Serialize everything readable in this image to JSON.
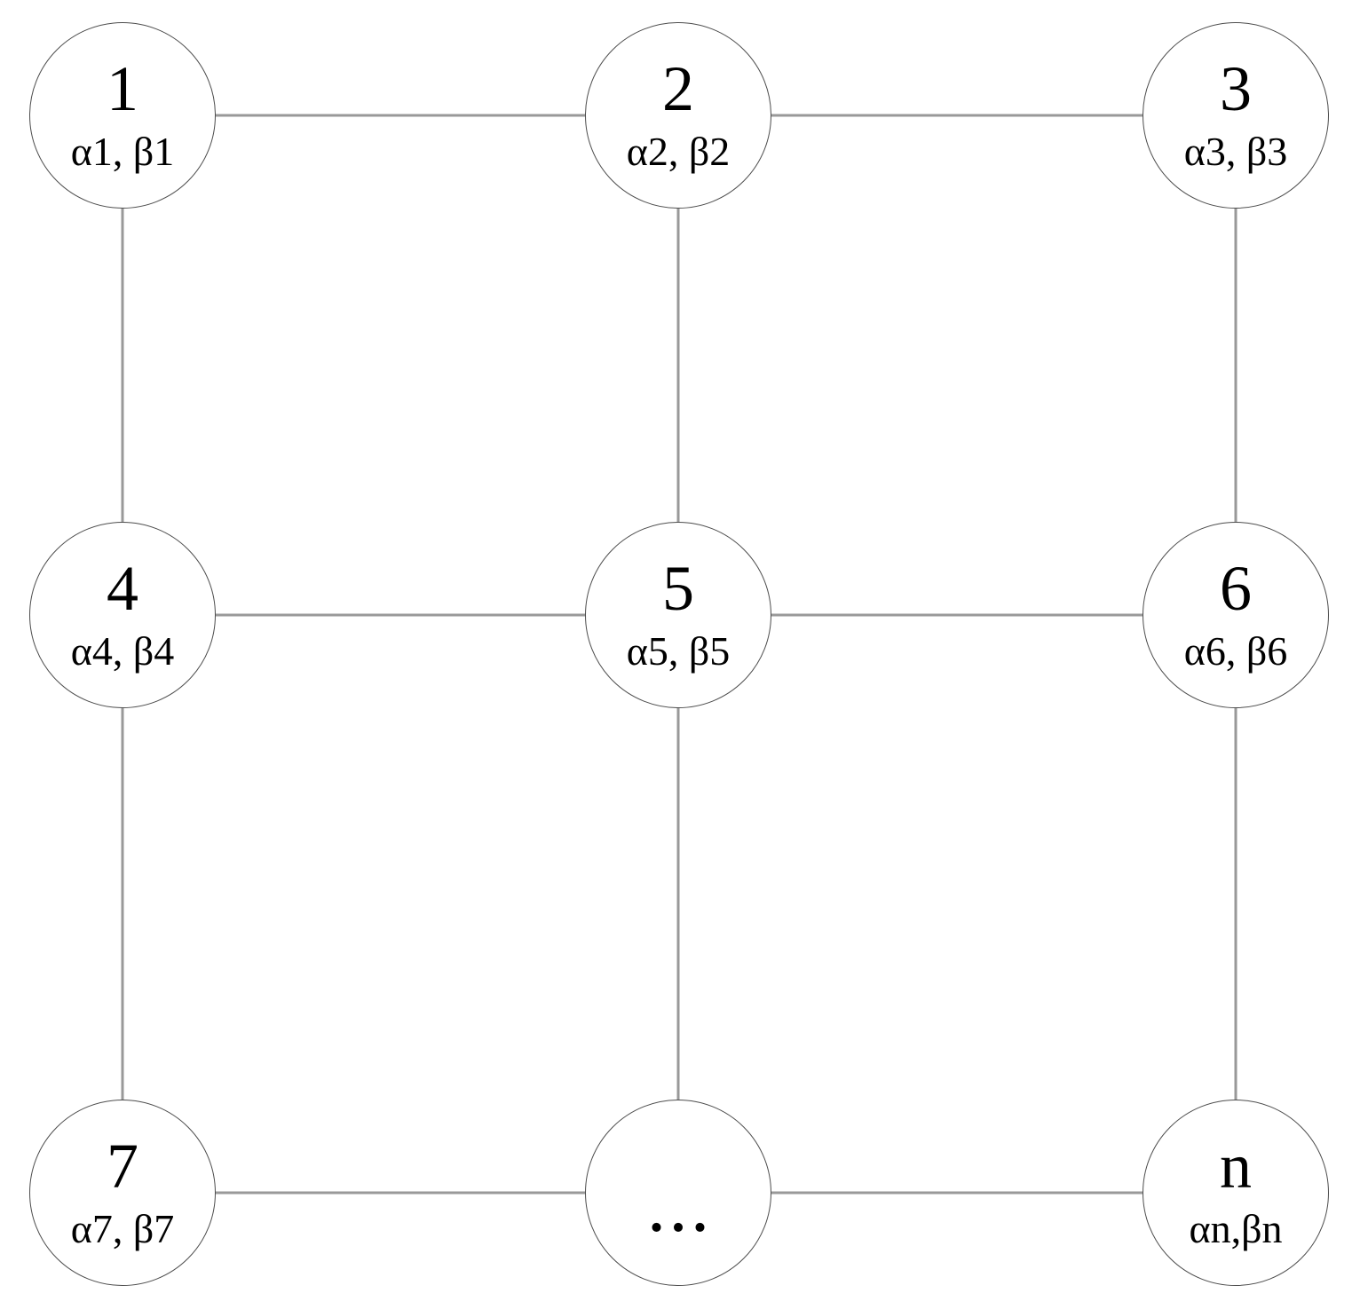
{
  "diagram": {
    "type": "grid-graph",
    "nodes": [
      {
        "num": "1",
        "sub": "α1, β1"
      },
      {
        "num": "2",
        "sub": "α2, β2"
      },
      {
        "num": "3",
        "sub": "α3, β3"
      },
      {
        "num": "4",
        "sub": "α4, β4"
      },
      {
        "num": "5",
        "sub": "α5, β5"
      },
      {
        "num": "6",
        "sub": "α6, β6"
      },
      {
        "num": "7",
        "sub": "α7, β7"
      },
      {
        "num": "...",
        "sub": ""
      },
      {
        "num": "n",
        "sub": "αn,βn"
      }
    ],
    "edges": [
      [
        "1",
        "2"
      ],
      [
        "2",
        "3"
      ],
      [
        "4",
        "5"
      ],
      [
        "5",
        "6"
      ],
      [
        "7",
        "..."
      ],
      [
        "...",
        "n"
      ],
      [
        "1",
        "4"
      ],
      [
        "4",
        "7"
      ],
      [
        "2",
        "5"
      ],
      [
        "5",
        "..."
      ],
      [
        "3",
        "6"
      ],
      [
        "6",
        "n"
      ]
    ],
    "colors": {
      "edge": "#999999",
      "node_border": "#4d4d4d",
      "node_fill": "#ffffff",
      "text": "#000000"
    }
  }
}
